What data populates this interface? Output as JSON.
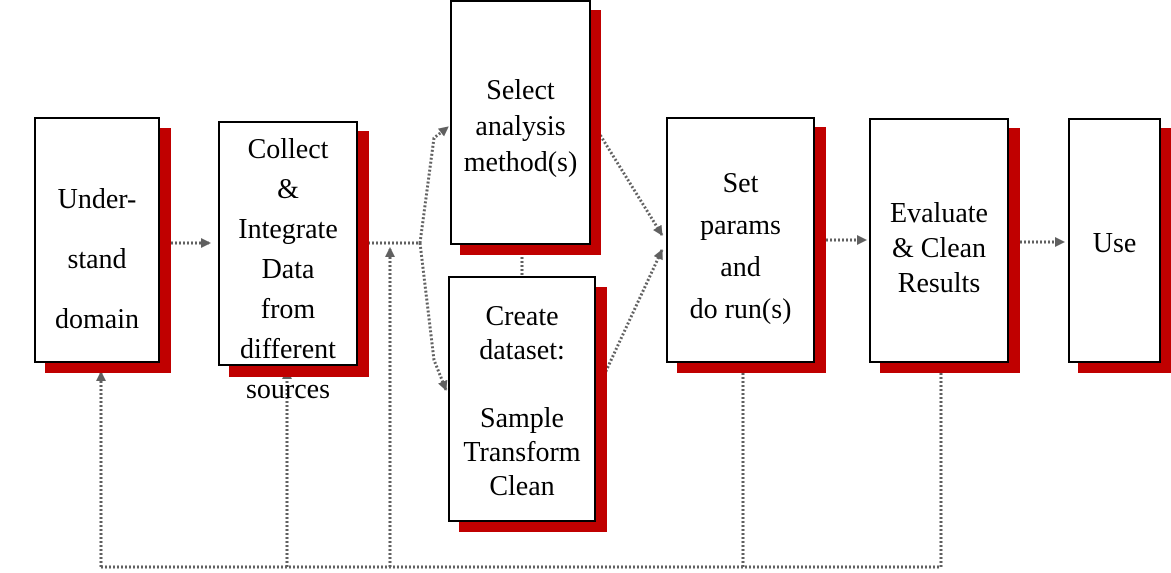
{
  "diagram": {
    "colors": {
      "shadow": "#c00000",
      "box_fill": "#ffffff",
      "border": "#000000",
      "connector": "#606060"
    },
    "steps": {
      "understand": [
        "Under-",
        "stand",
        "domain"
      ],
      "collect": [
        "Collect",
        "&",
        "Integrate",
        "Data",
        "from",
        "different",
        "sources"
      ],
      "select": [
        "Select",
        "analysis",
        "method(s)"
      ],
      "create": [
        "Create",
        "dataset:",
        "",
        "Sample",
        "Transform",
        "Clean"
      ],
      "params": [
        "Set",
        "params",
        "and",
        "do run(s)"
      ],
      "evaluate": [
        "Evaluate",
        "& Clean",
        "Results"
      ],
      "use": [
        "Use"
      ]
    }
  }
}
